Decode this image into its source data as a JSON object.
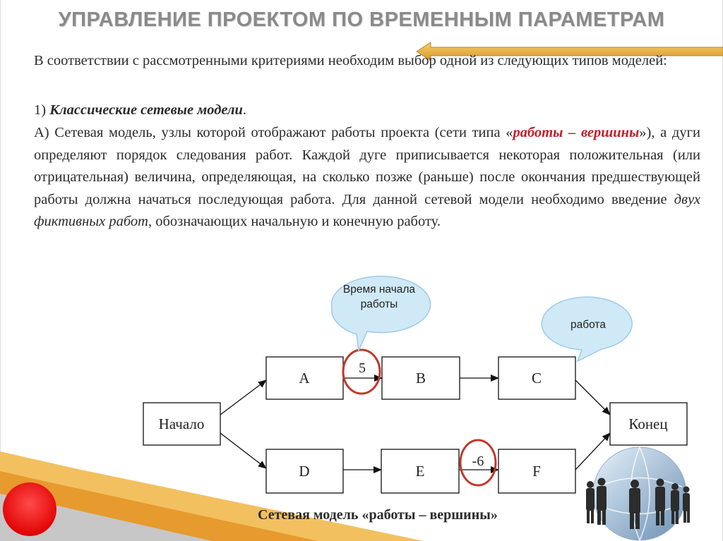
{
  "title": "УПРАВЛЕНИЕ ПРОЕКТОМ ПО ВРЕМЕННЫМ ПАРАМЕТРАМ",
  "intro": "В соответствии с рассмотренными критериями необходим выбор одной из следующих типов моделей:",
  "item1_num": "1)",
  "item1_label": "Классические сетевые модели",
  "item1_end": ".",
  "para_a_start": "А) Сетевая модель, узлы которой отображают работы проекта (сети типа «",
  "para_a_emph": "работы – вершины",
  "para_a_mid": "»), а дуги определяют порядок следования работ. Каждой дуге приписывается некоторая положительная (или отрицательная) величина, определяющая, на сколько позже (раньше) после окончания предшествующей работы должна начаться последующая работа. Для данной сетевой модели необходимо введение ",
  "para_a_italic": "двух фиктивных работ",
  "para_a_end": ", обозначающих начальную и конечную работу.",
  "diagram": {
    "nodes": {
      "start": "Начало",
      "a": "A",
      "b": "B",
      "c": "C",
      "d": "D",
      "e": "E",
      "f": "F",
      "end": "Конец"
    },
    "lag_ab": "5",
    "lag_ef": "-6",
    "bubble_start_time": "Время начала работы",
    "bubble_work": "работа"
  },
  "caption": "Сетевая модель «работы – вершины»",
  "colors": {
    "title": "#8a8a8a",
    "accent_red": "#c0202a",
    "highlight_circle": "#c0392b",
    "bubble_fill": "#cfe9f7",
    "arrow_deco": "#e8b33a",
    "corner_red": "#ff1a1a"
  }
}
